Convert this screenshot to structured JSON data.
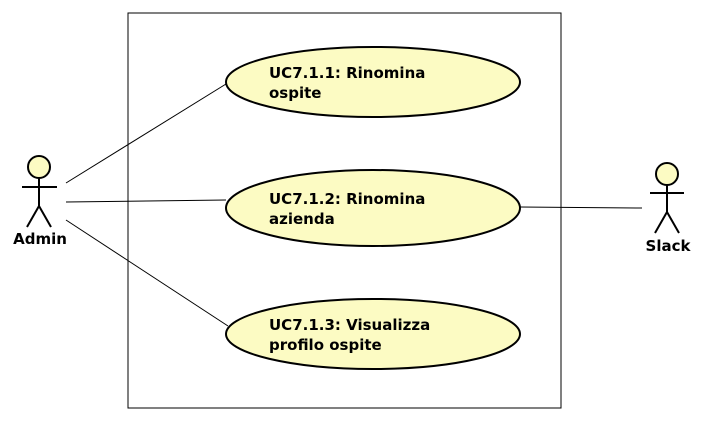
{
  "colors": {
    "fill": "#fcfbc3",
    "stroke": "#000000",
    "background": "#ffffff"
  },
  "actors": {
    "admin": {
      "name": "Admin"
    },
    "slack": {
      "name": "Slack"
    }
  },
  "use_cases": [
    {
      "id": "uc-7-1-1",
      "line1": "UC7.1.1: Rinomina",
      "line2": "ospite"
    },
    {
      "id": "uc-7-1-2",
      "line1": "UC7.1.2: Rinomina",
      "line2": "azienda"
    },
    {
      "id": "uc-7-1-3",
      "line1": "UC7.1.3: Visualizza",
      "line2": "profilo ospite"
    }
  ]
}
